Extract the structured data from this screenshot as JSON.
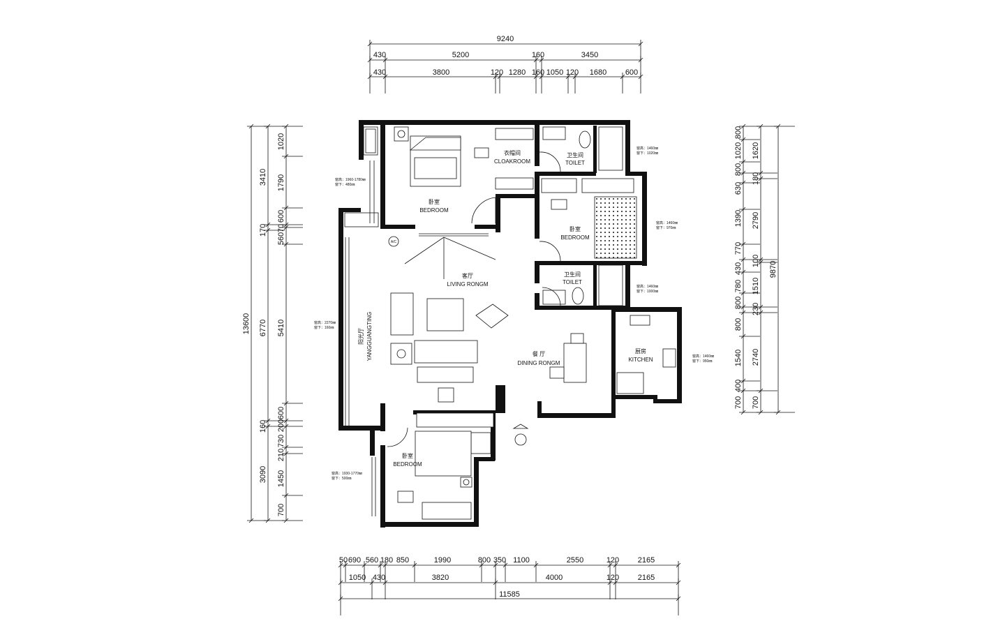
{
  "dimensions": {
    "top_total": "9240",
    "top_row1": [
      "430",
      "5200",
      "160",
      "3450"
    ],
    "top_row2": [
      "430",
      "3800",
      "120",
      "1280",
      "160",
      "1050",
      "120",
      "1680",
      "600"
    ],
    "bottom_row1": [
      "50",
      "690",
      "560",
      "180",
      "850",
      "1990",
      "800",
      "350",
      "1100",
      "2550",
      "120",
      "2165"
    ],
    "bottom_row2": [
      "1050",
      "430",
      "3820",
      "4000",
      "120",
      "2165"
    ],
    "bottom_total": "11585",
    "left_total": "13600",
    "left_row1": [
      "3410",
      "170",
      "6770",
      "160",
      "3090"
    ],
    "left_row2": [
      "1020",
      "1790",
      "600",
      "70",
      "560",
      "5410",
      "600",
      "200",
      "730",
      "210",
      "1450",
      "700"
    ],
    "right_total": "9870",
    "right_row1": [
      "800",
      "1020",
      "800",
      "630",
      "1390",
      "770",
      "430",
      "780",
      "800",
      "800",
      "1540",
      "400",
      "700"
    ],
    "right_row2": [
      "1620",
      "180",
      "2790",
      "100",
      "1510",
      "230",
      "2740",
      "700"
    ]
  },
  "rooms": {
    "cloakroom": {
      "cn": "衣帽间",
      "en": "CLOAKROOM"
    },
    "toilet1": {
      "cn": "卫生间",
      "en": "TOILET"
    },
    "bedroom1": {
      "cn": "卧室",
      "en": "BEDROOM"
    },
    "bedroom2": {
      "cn": "卧室",
      "en": "BEDROOM"
    },
    "toilet2": {
      "cn": "卫生间",
      "en": "TOILET"
    },
    "living": {
      "cn": "客厅",
      "en": "LIVING RONGM"
    },
    "sunroom": {
      "cn": "阳光厅",
      "en": "YANGGUANGTING"
    },
    "dining": {
      "cn": "餐   厅",
      "en": "DINING RONGM"
    },
    "kitchen": {
      "cn": "厨房",
      "en": "KITCHEN"
    },
    "bedroom3": {
      "cn": "卧室",
      "en": "BEDROOM"
    }
  },
  "ac_label": "A/C",
  "window_notes": {
    "w1": {
      "height": "窗高：1960-1780㎜",
      "sill": "窗下：480㎜"
    },
    "w2": {
      "height": "窗高：1460㎜",
      "sill": "窗下：1020㎜"
    },
    "w3": {
      "height": "窗高：1460㎜",
      "sill": "窗下：970㎜"
    },
    "w4": {
      "height": "窗高：1460㎜",
      "sill": "窗下：1000㎜"
    },
    "w5": {
      "height": "窗高：2270㎜",
      "sill": "窗下：160㎜"
    },
    "w6": {
      "height": "窗高：1460㎜",
      "sill": "窗下：950㎜"
    },
    "w7": {
      "height": "窗高：1930-1770㎜",
      "sill": "窗下：500㎜"
    }
  }
}
